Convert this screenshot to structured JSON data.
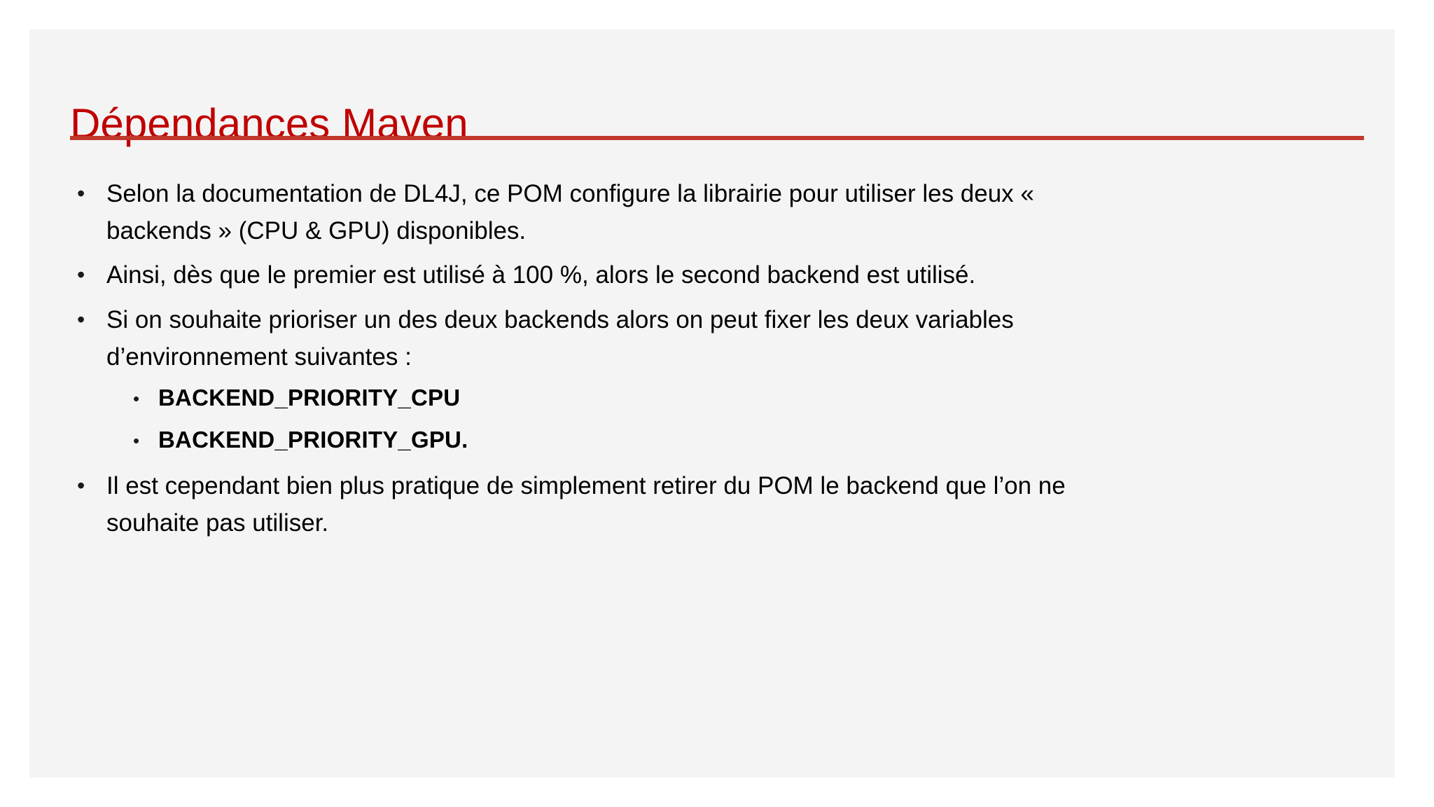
{
  "slide": {
    "title": "Dépendances Maven",
    "title_color": "#C00000",
    "rule_color": "#C0392B",
    "panel_background": "#F4F4F4",
    "canvas_background": "#FFFFFF",
    "body_text_color": "#000000"
  },
  "bullets": [
    {
      "level": 1,
      "marker": "•",
      "text": "Selon la documentation de DL4J, ce POM configure la librairie pour utiliser les deux « backends » (CPU & GPU) disponibles.",
      "bold": false
    },
    {
      "level": 1,
      "marker": "•",
      "text": "Ainsi, dès que le premier est utilisé à 100 %, alors le second backend est utilisé.",
      "bold": false
    },
    {
      "level": 1,
      "marker": "•",
      "text": "Si on souhaite prioriser un des deux backends alors on peut fixer les deux variables d’environnement suivantes :",
      "bold": false
    },
    {
      "level": 2,
      "marker": "•",
      "text": "BACKEND_PRIORITY_CPU",
      "bold": true
    },
    {
      "level": 2,
      "marker": "•",
      "text": "BACKEND_PRIORITY_GPU.",
      "bold": true
    },
    {
      "level": 1,
      "marker": "•",
      "text": "Il est cependant bien plus pratique de simplement retirer du POM le backend que l’on ne souhaite pas utiliser.",
      "bold": false
    }
  ]
}
